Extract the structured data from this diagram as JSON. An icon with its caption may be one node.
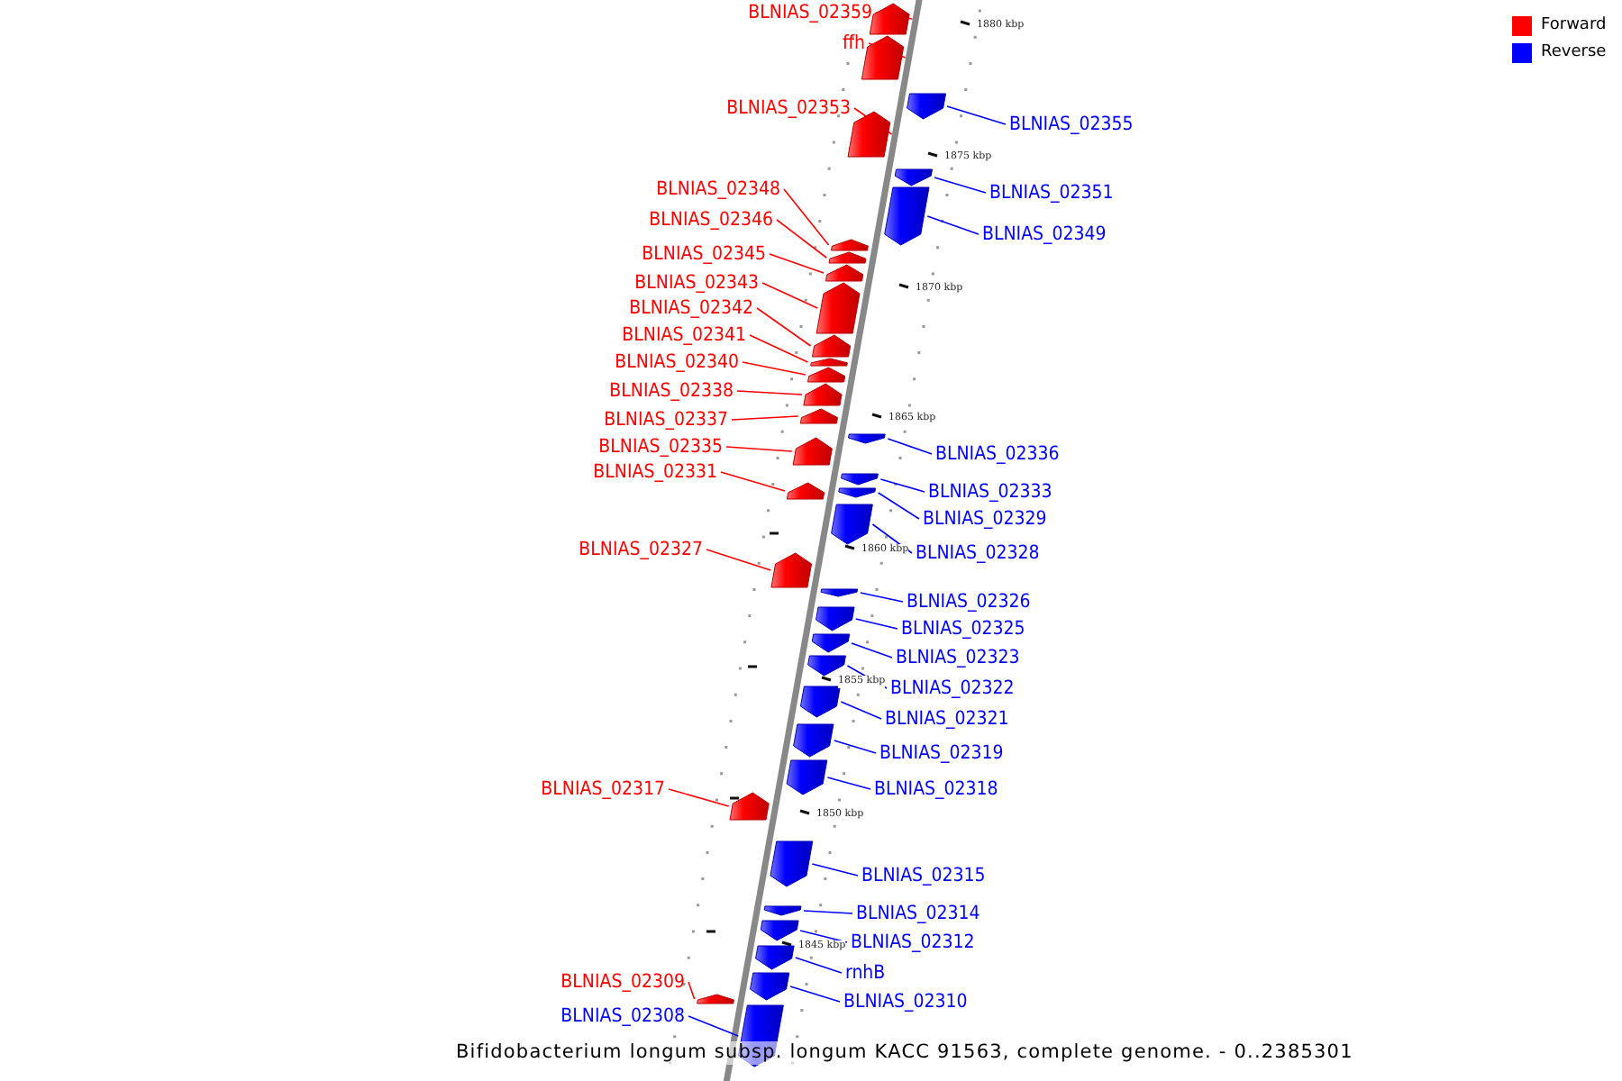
{
  "diagram": {
    "caption": "Bifidobacterium longum subsp. longum KACC 91563, complete genome. - 0..2385301",
    "nodes": [
      {
        "text": [
          "BLNIAS_02359"
        ]
      },
      {
        "text": [],
        "shape": "bar"
      },
      {
        "text": [
          "ffh"
        ]
      },
      {
        "text": [],
        "shape": "bar"
      },
      {
        "text": [
          "BLNIAS_02353"
        ]
      },
      {
        "text": [],
        "shape": "bar"
      },
      {
        "text": [
          "BLNIAS_02355"
        ]
      },
      {
        "text": [],
        "shape": "bar"
      },
      {
        "text": [
          "BLNIAS_02348"
        ]
      },
      {
        "text": [],
        "shape": "bar"
      },
      {
        "text": [
          "BLNIAS_02351"
        ]
      },
      {
        "text": [],
        "shape": "bar"
      },
      {
        "text": [
          "BLNIAS_02346"
        ]
      },
      {
        "text": [],
        "shape": "bar"
      },
      {
        "text": [
          "BLNIAS_02349"
        ]
      },
      {
        "text": [],
        "shape": "bar"
      },
      {
        "text": [
          "BLNIAS_02345"
        ]
      },
      {
        "text": [],
        "shape": "bar"
      },
      {
        "text": [
          "BLNIAS_02343"
        ]
      },
      {
        "text": [],
        "shape": "bar"
      },
      {
        "text": [
          "BLNIAS_02342"
        ]
      },
      {
        "text": [],
        "shape": "bar"
      },
      {
        "text": [
          "BLNIAS_02341"
        ]
      },
      {
        "text": [],
        "shape": "bar"
      },
      {
        "text": [
          "BLNIAS_02340"
        ]
      },
      {
        "text": [],
        "shape": "bar"
      },
      {
        "text": [
          "BLNIAS_02338"
        ]
      },
      {
        "text": [],
        "shape": "bar"
      },
      {
        "text": [
          "BLNIAS_02337"
        ]
      },
      {
        "text": [],
        "shape": "bar"
      },
      {
        "text": [
          "BLNIAS_02335"
        ]
      },
      {
        "text": [],
        "shape": "bar"
      },
      {
        "text": [
          "BLNIAS_02336"
        ]
      },
      {
        "text": [],
        "shape": "bar"
      },
      {
        "text": [
          "BLNIAS_02331"
        ]
      },
      {
        "text": [],
        "shape": "bar"
      },
      {
        "text": [
          "BLNIAS_02333"
        ]
      },
      {
        "text": [],
        "shape": "bar"
      },
      {
        "text": [
          "BLNIAS_02329"
        ]
      },
      {
        "text": [],
        "shape": "bar"
      },
      {
        "text": [
          "BLNIAS_02327"
        ]
      },
      {
        "text": [],
        "shape": "bar"
      },
      {
        "text": [
          "BLNIAS_02328"
        ]
      },
      {
        "text": [],
        "shape": "bar"
      },
      {
        "text": [
          "BLNIAS_02326"
        ]
      },
      {
        "text": [],
        "shape": "bar"
      },
      {
        "text": [
          "BLNIAS_02325"
        ]
      },
      {
        "text": [],
        "shape": "bar"
      },
      {
        "text": [
          "BLNIAS_02323"
        ]
      },
      {
        "text": [],
        "shape": "bar"
      },
      {
        "text": [
          "BLNIAS_02322"
        ]
      },
      {
        "text": [],
        "shape": "bar"
      },
      {
        "text": [
          "BLNIAS_02321"
        ]
      },
      {
        "text": [],
        "shape": "bar"
      },
      {
        "text": [
          "BLNIAS_02319"
        ]
      },
      {
        "text": [],
        "shape": "bar"
      },
      {
        "text": [
          "BLNIAS_02317"
        ]
      },
      {
        "text": [],
        "shape": "bar"
      },
      {
        "text": [
          "BLNIAS_02318"
        ]
      },
      {
        "text": [],
        "shape": "bar"
      },
      {
        "text": [
          "BLNIAS_02315"
        ]
      },
      {
        "text": [],
        "shape": "bar"
      },
      {
        "text": [
          "BLNIAS_02314"
        ]
      },
      {
        "text": [],
        "shape": "bar"
      },
      {
        "text": [
          "BLNIAS_02312"
        ]
      },
      {
        "text": [],
        "shape": "bar"
      },
      {
        "text": [
          "rnhB"
        ]
      },
      {
        "text": [],
        "shape": "bar"
      },
      {
        "text": [
          "BLNIAS_02309"
        ]
      },
      {
        "text": [],
        "shape": "bar"
      },
      {
        "text": [
          "BLNIAS_02310"
        ]
      },
      {
        "text": [],
        "shape": "bar"
      },
      {
        "text": [
          "BLNIAS_02308"
        ]
      },
      {
        "text": [],
        "shape": "bar"
      }
    ],
    "edges": [
      {
        "from": 0,
        "to": 1,
        "arrow": "none",
        "color": "#ff0000"
      },
      {
        "from": 2,
        "to": 3,
        "arrow": "none",
        "color": "#ff0000"
      },
      {
        "from": 4,
        "to": 5,
        "arrow": "none",
        "color": "#ff0000"
      },
      {
        "from": 6,
        "to": 7,
        "arrow": "none"
      },
      {
        "from": 8,
        "to": 9,
        "arrow": "none",
        "color": "#ff0000"
      },
      {
        "from": 10,
        "to": 11,
        "arrow": "none"
      },
      {
        "from": 12,
        "to": 13,
        "arrow": "none",
        "color": "#ff0000"
      },
      {
        "from": 14,
        "to": 15,
        "arrow": "none"
      },
      {
        "from": 16,
        "to": 17,
        "arrow": "none",
        "color": "#ff0000"
      },
      {
        "from": 18,
        "to": 19,
        "arrow": "none",
        "color": "#ff0000"
      },
      {
        "from": 20,
        "to": 21,
        "arrow": "none",
        "color": "#ff0000"
      },
      {
        "from": 22,
        "to": 23,
        "arrow": "none",
        "color": "#ff0000"
      },
      {
        "from": 24,
        "to": 25,
        "arrow": "none",
        "color": "#ff0000"
      },
      {
        "from": 26,
        "to": 27,
        "arrow": "none",
        "color": "#ff0000"
      },
      {
        "from": 28,
        "to": 29,
        "arrow": "none",
        "color": "#ff0000"
      },
      {
        "from": 30,
        "to": 31,
        "arrow": "none",
        "color": "#ff0000"
      },
      {
        "from": 32,
        "to": 33,
        "arrow": "none"
      },
      {
        "from": 34,
        "to": 35,
        "arrow": "none",
        "color": "#ff0000"
      },
      {
        "from": 36,
        "to": 37,
        "arrow": "none"
      },
      {
        "from": 38,
        "to": 39,
        "arrow": "none"
      },
      {
        "from": 40,
        "to": 41,
        "arrow": "none",
        "color": "#ff0000"
      },
      {
        "from": 42,
        "to": 43,
        "arrow": "none"
      },
      {
        "from": 44,
        "to": 45,
        "arrow": "none"
      },
      {
        "from": 46,
        "to": 47,
        "arrow": "none"
      },
      {
        "from": 48,
        "to": 49,
        "arrow": "none"
      },
      {
        "from": 50,
        "to": 51,
        "arrow": "none"
      },
      {
        "from": 52,
        "to": 53,
        "arrow": "none"
      },
      {
        "from": 54,
        "to": 55,
        "arrow": "none"
      },
      {
        "from": 56,
        "to": 57,
        "arrow": "none",
        "color": "#ff0000"
      },
      {
        "from": 58,
        "to": 59,
        "arrow": "none"
      },
      {
        "from": 60,
        "to": 61,
        "arrow": "none"
      },
      {
        "from": 62,
        "to": 63,
        "arrow": "none"
      },
      {
        "from": 64,
        "to": 65,
        "arrow": "none"
      },
      {
        "from": 66,
        "to": 67,
        "arrow": "none"
      },
      {
        "from": 68,
        "to": 69,
        "arrow": "none",
        "color": "#ff0000"
      },
      {
        "from": 70,
        "to": 71,
        "arrow": "none"
      },
      {
        "from": 72,
        "to": 73,
        "arrow": "none"
      }
    ],
    "labels": [
      "1880 kbp",
      "1875 kbp",
      "1870 kbp",
      "1865 kbp",
      "1860 kbp",
      "1855 kbp",
      "1850 kbp",
      "1845 kbp"
    ],
    "legend": [
      {
        "text": "Forward",
        "color": "#ff0000"
      },
      {
        "text": "Reverse",
        "color": "#0000ff"
      }
    ]
  }
}
